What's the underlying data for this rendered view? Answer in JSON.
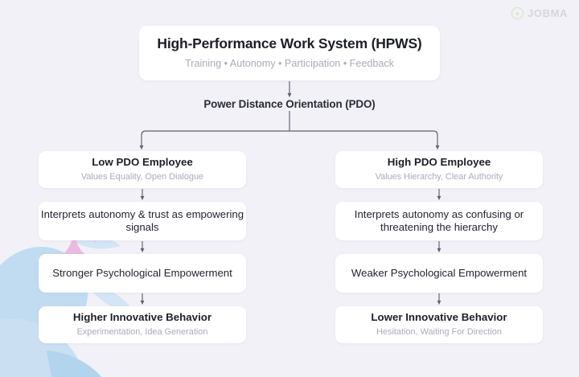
{
  "brand": {
    "name": "JOBMA",
    "mark_icon": "play-circle-icon",
    "mark_color": "#b8d67a",
    "text_color": "#b9bdc9"
  },
  "canvas": {
    "background_color": "#f1f1f7",
    "node_background_color": "#ffffff",
    "connector_color": "#5d6170",
    "title_text_color": "#1d1f27",
    "subtitle_text_color": "#a9acb8",
    "decor_pink_color": "#e8b6dd",
    "decor_blue_color": "#b9d8f0"
  },
  "diagram": {
    "type": "flowchart",
    "root": {
      "title": "High-Performance Work System (HPWS)",
      "subtitle": "Training • Autonomy • Participation • Feedback"
    },
    "mediator": {
      "title": "Power Distance Orientation (PDO)"
    },
    "branches": [
      {
        "id": "low-pdo",
        "side": "left",
        "steps": [
          {
            "title": "Low PDO Employee",
            "subtitle": "Values Equality, Open Dialogue"
          },
          {
            "title": "Interprets autonomy & trust as empowering signals",
            "subtitle": ""
          },
          {
            "title": "Stronger Psychological Empowerment",
            "subtitle": ""
          },
          {
            "title": "Higher Innovative Behavior",
            "subtitle": "Experimentation, Idea Generation"
          }
        ]
      },
      {
        "id": "high-pdo",
        "side": "right",
        "steps": [
          {
            "title": "High PDO Employee",
            "subtitle": "Values Hierarchy, Clear Authority"
          },
          {
            "title": "Interprets autonomy as confusing or threatening the hierarchy",
            "subtitle": ""
          },
          {
            "title": "Weaker Psychological Empowerment",
            "subtitle": ""
          },
          {
            "title": "Lower Innovative Behavior",
            "subtitle": "Hesitation, Waiting For Direction"
          }
        ]
      }
    ]
  }
}
